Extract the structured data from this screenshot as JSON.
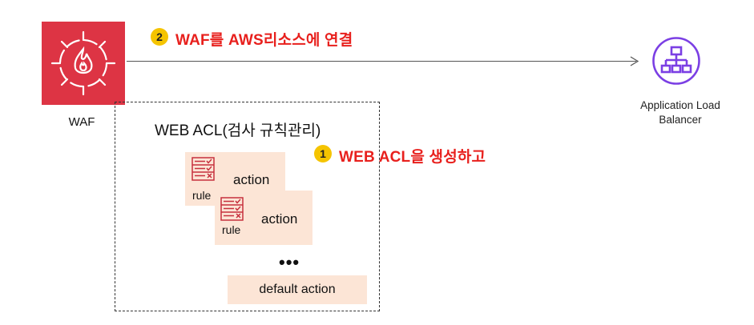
{
  "waf": {
    "label": "WAF",
    "icon": "firewall-icon",
    "tile_color": "#dd3444"
  },
  "alb": {
    "caption_line1": "Application Load",
    "caption_line2": "Balancer",
    "icon": "load-balancer-icon",
    "color": "#7b3fe4"
  },
  "steps": [
    {
      "number": "1",
      "text": "WEB ACL을 생성하고"
    },
    {
      "number": "2",
      "text": "WAF를 AWS리소스에 연결"
    }
  ],
  "acl": {
    "title": "WEB ACL(검사 규칙관리)",
    "rules": [
      {
        "label": "rule",
        "action": "action",
        "icon": "checklist-icon"
      },
      {
        "label": "rule",
        "action": "action",
        "icon": "checklist-icon"
      }
    ],
    "ellipsis": "•••",
    "default_action": "default action"
  },
  "colors": {
    "step_text": "#e8201d",
    "badge": "#f5c400",
    "card": "#fce5d6",
    "rule_icon": "#c7303d"
  }
}
